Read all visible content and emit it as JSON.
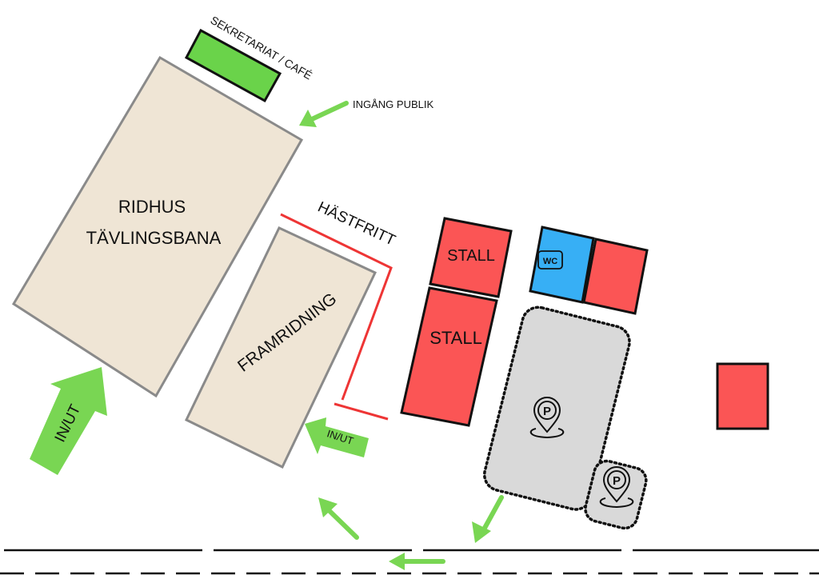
{
  "colors": {
    "arena": "#efe5d5",
    "arena_border": "#8a8a8a",
    "stall": "#fb5555",
    "wc": "#37aff5",
    "secretariat": "#6ad34a",
    "arrow": "#79d653",
    "parking": "#d9d9d9",
    "no_horse_line": "#ee3535",
    "road": "#111111"
  },
  "buildings": {
    "ridhus_line1": "RIDHUS",
    "ridhus_line2": "TÄVLINGSBANA",
    "framridning": "FRAMRIDNING",
    "stall_top": "STALL",
    "stall_bottom": "STALL",
    "wc": "WC",
    "secretariat": "SEKRETARIAT / CAFÉ"
  },
  "zones": {
    "no_horse": "HÄSTFRITT"
  },
  "arrows": {
    "main_entrance": "IN/UT",
    "warmup_entrance": "IN/UT",
    "public_entrance": "INGÅNG PUBLIK"
  },
  "icons": {
    "parking_large": "parking-pin-icon",
    "parking_small": "parking-pin-icon"
  }
}
